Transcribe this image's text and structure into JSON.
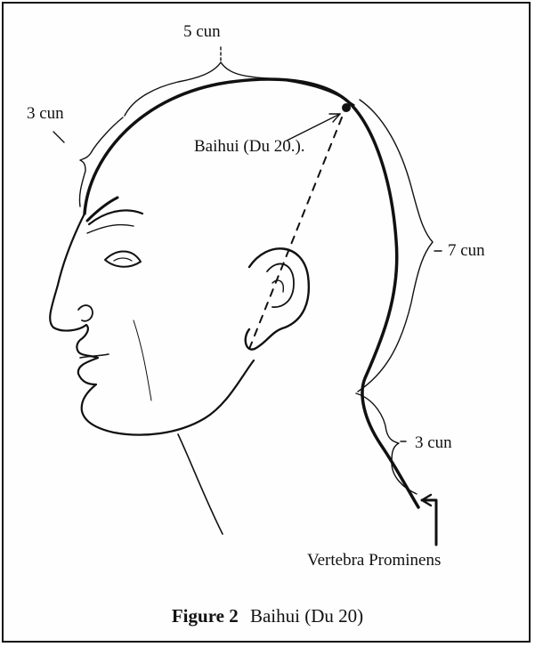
{
  "labels": {
    "top_measure": "5 cun",
    "front_measure": "3 cun",
    "back_measure": "7 cun",
    "neck_measure": "3 cun",
    "point_name": "Baihui (Du  20.).",
    "landmark": "Vertebra  Prominens"
  },
  "caption": {
    "figure_number": "Figure 2",
    "title": "Baihui (Du 20)"
  },
  "colors": {
    "ink": "#111111",
    "paper": "#fefefe"
  }
}
